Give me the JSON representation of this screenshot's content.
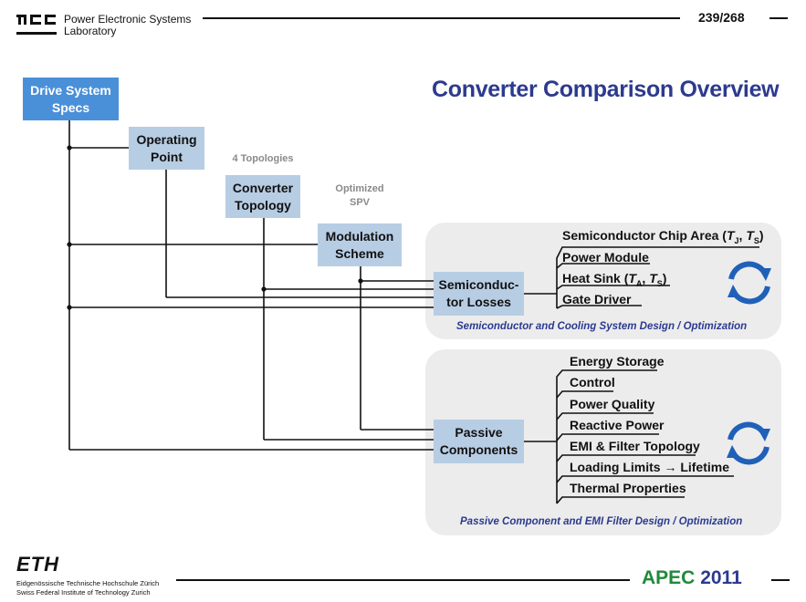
{
  "header": {
    "lab_name_line1": "Power Electronic Systems",
    "lab_name_line2": "Laboratory",
    "page_number": "239/268"
  },
  "title": "Converter Comparison Overview",
  "boxes": {
    "drive_system_line1": "Drive System",
    "drive_system_line2": "Specs",
    "operating_point_line1": "Operating",
    "operating_point_line2": "Point",
    "converter_topology_line1": "Converter",
    "converter_topology_line2": "Topology",
    "modulation_scheme_line1": "Modulation",
    "modulation_scheme_line2": "Scheme",
    "semiconductor_losses_line1": "Semiconduc-",
    "semiconductor_losses_line2": "tor Losses",
    "passive_components_line1": "Passive",
    "passive_components_line2": "Components"
  },
  "notes": {
    "topologies": "4 Topologies",
    "optimized_line1": "Optimized",
    "optimized_line2": "SPV"
  },
  "semiconductor_panel": {
    "items": [
      "Power Module",
      "Heat Sink (",
      "Gate Driver"
    ],
    "chip_area": {
      "prefix": "Semiconductor Chip Area (",
      "t1": "T",
      "s1": "J",
      "sep": ", ",
      "t2": "T",
      "s2": "S",
      "suffix": ")"
    },
    "heat_sink": {
      "prefix": "Heat Sink (",
      "t1": "T",
      "s1": "A",
      "sep": ", ",
      "t2": "T",
      "s2": "S",
      "suffix": ")"
    },
    "caption": "Semiconductor and Cooling System Design / Optimization"
  },
  "passive_panel": {
    "items": [
      "Energy Storage",
      "Control",
      "Power Quality",
      "Reactive Power",
      "EMI & Filter Topology",
      "Loading Limits → Lifetime",
      "Thermal Properties"
    ],
    "caption": "Passive Component and EMI Filter Design / Optimization"
  },
  "footer": {
    "eth_logo": "ETH",
    "eth_line1": "Eidgenössische Technische Hochschule Zürich",
    "eth_line2": "Swiss Federal Institute of Technology Zurich",
    "apec": "APEC",
    "apec_year": "2011"
  },
  "colors": {
    "title_blue": "#2c3a8f",
    "primary_box": "#4a90d9",
    "secondary_box": "#b7cde4",
    "panel_gray": "#ececec",
    "cycle_blue": "#2060b8",
    "apec_green": "#1f8a3a"
  }
}
